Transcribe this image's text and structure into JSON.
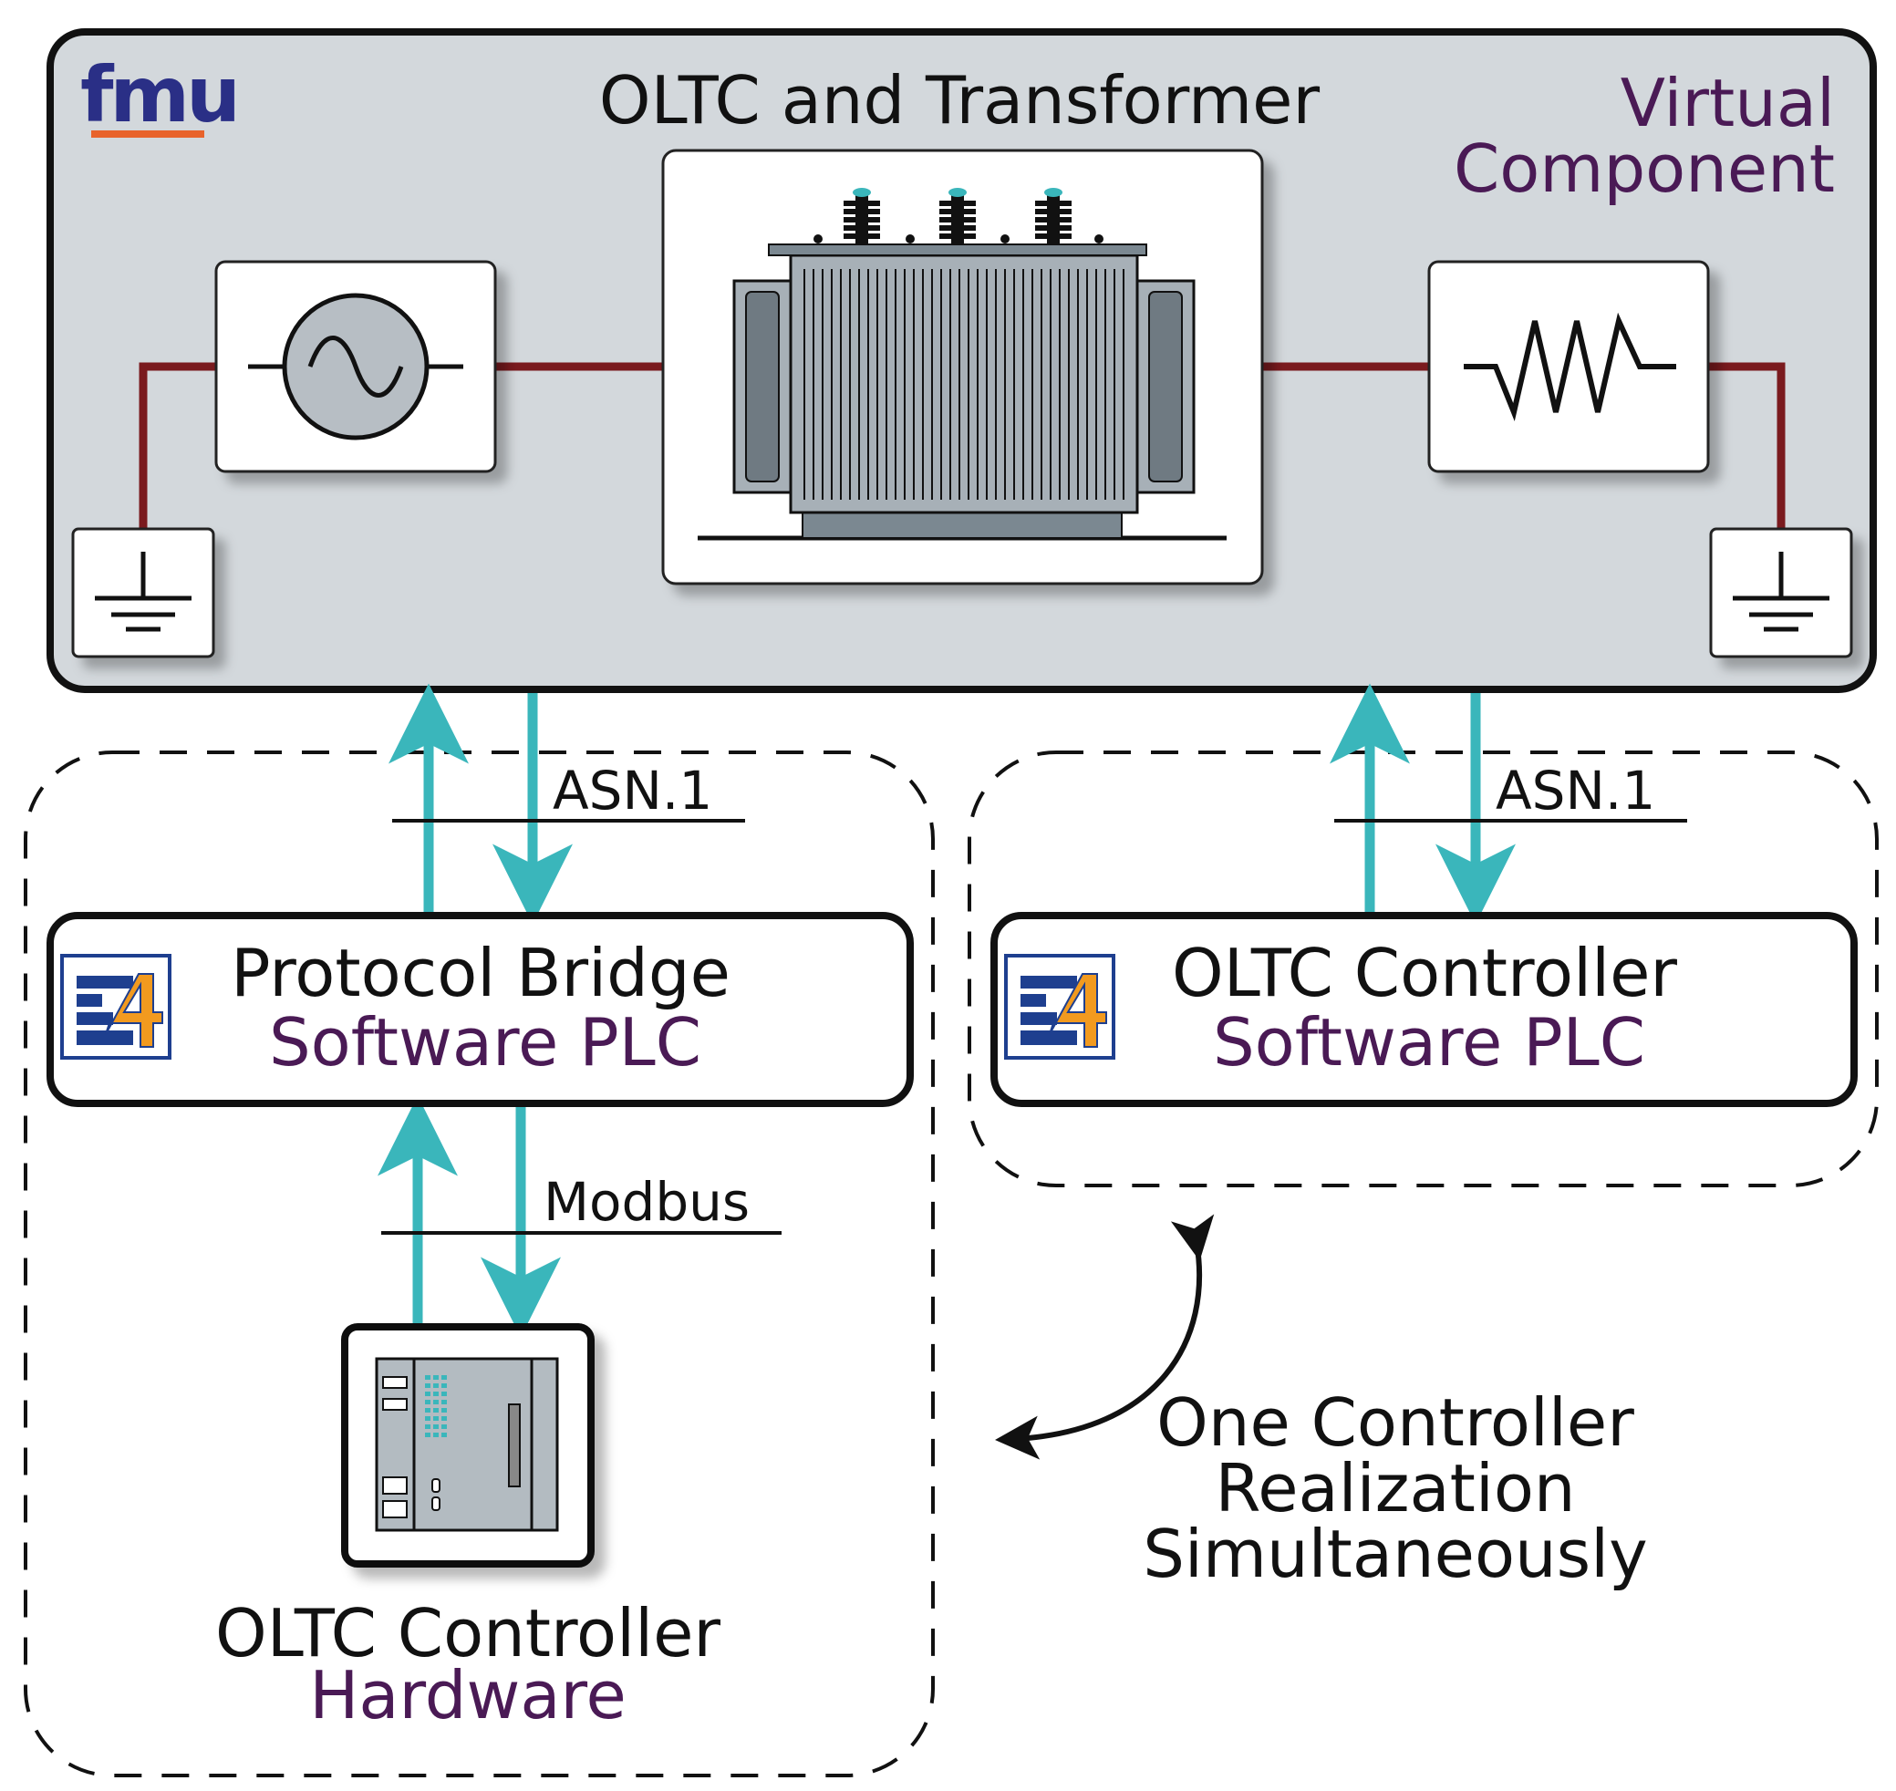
{
  "virtual": {
    "logo": "fmu",
    "title": "OLTC and Transformer",
    "tag_line1": "Virtual",
    "tag_line2": "Component"
  },
  "links": {
    "left": "ASN.1",
    "right": "ASN.1",
    "lower": "Modbus"
  },
  "bridge": {
    "line1": "Protocol Bridge",
    "line2": "Software PLC"
  },
  "soft_controller": {
    "line1": "OLTC Controller",
    "line2": "Software PLC"
  },
  "hardware": {
    "line1": "OLTC Controller",
    "line2": "Hardware"
  },
  "note": {
    "line1": "One Controller",
    "line2": "Realization",
    "line3": "Simultaneously"
  },
  "colors": {
    "panel": "#d3d8dc",
    "wire": "#7a1a1e",
    "arrow": "#3ab6bb",
    "accent_text": "#4a1a55",
    "plc_logo_blue": "#1e3f8f",
    "plc_logo_orange": "#f29a1f"
  }
}
